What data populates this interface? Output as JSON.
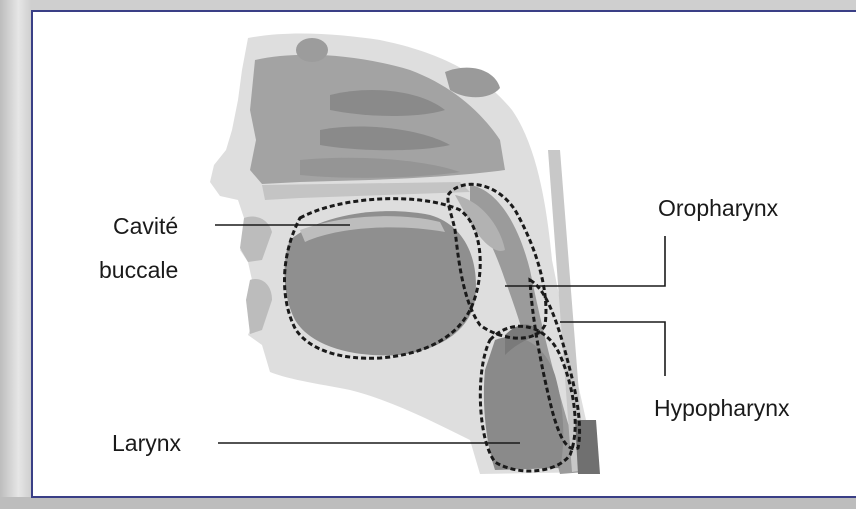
{
  "labels": {
    "cavite_line1": "Cavité",
    "cavite_line2": "buccale",
    "oropharynx": "Oropharynx",
    "hypopharynx": "Hypopharynx",
    "larynx": "Larynx"
  },
  "colors": {
    "panel_border": "#3a3f86",
    "outline": "#1a1a1a",
    "anatomy_light": "#d6d6d6",
    "anatomy_mid": "#a9a9a9",
    "anatomy_dark": "#7f7f7f"
  }
}
